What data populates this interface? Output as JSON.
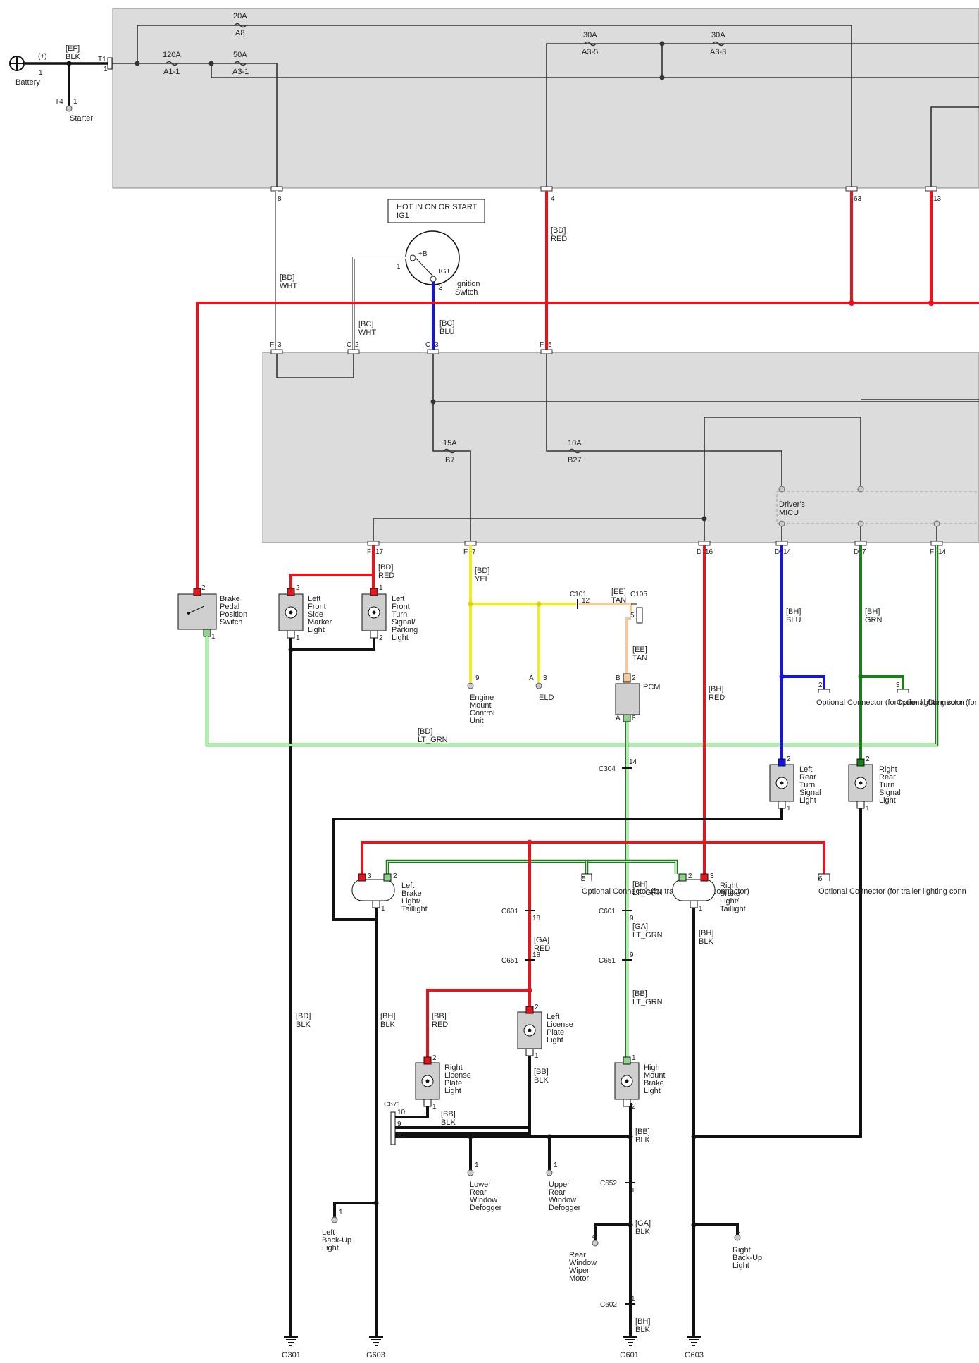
{
  "colors": {
    "black": "#111111",
    "red": "#e8141b",
    "white_wire": "#999999",
    "blue": "#1515dd",
    "yellow": "#f2ea24",
    "tan": "#f5c99a",
    "lt_green": "#8fd48b",
    "green": "#1b7d1b",
    "gray_box": "#dcdcdc",
    "component": "#cfcfcf"
  },
  "battery": {
    "label": "Battery",
    "polarity": "(+)",
    "pin": "1",
    "wire_code": "[EF]",
    "wire_color": "BLK"
  },
  "starter": {
    "label": "Starter",
    "conn": "T4",
    "pin": "1"
  },
  "t1": {
    "conn": "T1",
    "pin": "1"
  },
  "fuses": {
    "a8": {
      "rating": "20A",
      "id": "A8"
    },
    "a1_1": {
      "rating": "120A",
      "id": "A1-1"
    },
    "a3_1": {
      "rating": "50A",
      "id": "A3-1"
    },
    "a3_5": {
      "rating": "30A",
      "id": "A3-5"
    },
    "a3_3": {
      "rating": "30A",
      "id": "A3-3"
    },
    "b7": {
      "rating": "15A",
      "id": "B7"
    },
    "b27": {
      "rating": "10A",
      "id": "B27"
    }
  },
  "upper_box_pins": {
    "p8": "8",
    "p4": "4",
    "p63": "63",
    "p13": "13"
  },
  "hot_note": {
    "line1": "HOT IN ON OR START",
    "line2": "IG1"
  },
  "ignition": {
    "label1": "Ignition",
    "label2": "Switch",
    "pin1": "1",
    "pin3": "3",
    "plusb": "+B",
    "ig1": "IG1"
  },
  "wires": {
    "w_bd_wht": {
      "code": "[BD]",
      "color": "WHT"
    },
    "w_bd_red": {
      "code": "[BD]",
      "color": "RED"
    },
    "w_bc_wht": {
      "code": "[BC]",
      "color": "WHT"
    },
    "w_bc_blu": {
      "code": "[BC]",
      "color": "BLU"
    },
    "w_bd_red2": {
      "code": "[BD]",
      "color": "RED"
    },
    "w_bd_yel": {
      "code": "[BD]",
      "color": "YEL"
    },
    "w_ee_tan1": {
      "code": "[EE]",
      "color": "TAN"
    },
    "w_ee_tan2": {
      "code": "[EE]",
      "color": "TAN"
    },
    "w_bh_red": {
      "code": "[BH]",
      "color": "RED"
    },
    "w_bh_blu": {
      "code": "[BH]",
      "color": "BLU"
    },
    "w_bh_grn": {
      "code": "[BH]",
      "color": "GRN"
    },
    "w_bd_ltgrn": {
      "code": "[BD]",
      "color": "LT_GRN"
    },
    "w_bh_ltgrn": {
      "code": "[BH]",
      "color": "LT_GRN"
    },
    "w_ga_red": {
      "code": "[GA]",
      "color": "RED"
    },
    "w_ga_ltgrn": {
      "code": "[GA]",
      "color": "LT_GRN"
    },
    "w_bb_ltgrn": {
      "code": "[BB]",
      "color": "LT_GRN"
    },
    "w_bh_blk1": {
      "code": "[BH]",
      "color": "BLK"
    },
    "w_bd_blk": {
      "code": "[BD]",
      "color": "BLK"
    },
    "w_bh_blk2": {
      "code": "[BH]",
      "color": "BLK"
    },
    "w_bb_red": {
      "code": "[BB]",
      "color": "RED"
    },
    "w_bb_blk1": {
      "code": "[BB]",
      "color": "BLK"
    },
    "w_bb_blk2": {
      "code": "[BB]",
      "color": "BLK"
    },
    "w_bb_blk3": {
      "code": "[BB]",
      "color": "BLK"
    },
    "w_ga_blk": {
      "code": "[GA]",
      "color": "BLK"
    },
    "w_bh_blk3": {
      "code": "[BH]",
      "color": "BLK"
    }
  },
  "lower_box": {
    "pins_top": {
      "f3": "F",
      "f3n": "3",
      "c2": "C",
      "c2n": "2",
      "c3": "C",
      "c3n": "3",
      "f5": "F",
      "f5n": "5"
    },
    "pins_bottom": {
      "f17": "F",
      "f17n": "17",
      "f7": "F",
      "f7n": "7",
      "d16": "D",
      "d16n": "16",
      "d14": "D",
      "d14n": "14",
      "d7": "D",
      "d7n": "7",
      "f14": "F",
      "f14n": "14"
    },
    "micu1": "Driver's",
    "micu2": "MICU"
  },
  "components": {
    "brake_switch": {
      "l1": "Brake",
      "l2": "Pedal",
      "l3": "Position",
      "l4": "Switch",
      "p2": "2",
      "p1": "1"
    },
    "lf_marker": {
      "l1": "Left",
      "l2": "Front",
      "l3": "Side",
      "l4": "Marker",
      "l5": "Light",
      "p2": "2",
      "p1": "1"
    },
    "lf_turn": {
      "l1": "Left",
      "l2": "Front",
      "l3": "Turn",
      "l4": "Signal/",
      "l5": "Parking",
      "l6": "Light",
      "p1": "1",
      "p2": "2"
    },
    "emcu": {
      "l1": "Engine",
      "l2": "Mount",
      "l3": "Control",
      "l4": "Unit",
      "pin": "9"
    },
    "eld": {
      "label": "ELD",
      "pa": "A",
      "pn": "3"
    },
    "c101": {
      "conn": "C101",
      "pin": "12"
    },
    "c105": {
      "conn": "C105",
      "pin": "5"
    },
    "pcm": {
      "label": "PCM",
      "pb": "B",
      "pbn": "2",
      "pa": "A",
      "pan": "8"
    },
    "c304": {
      "conn": "C304",
      "pin": "14"
    },
    "lr_turn": {
      "l1": "Left",
      "l2": "Rear",
      "l3": "Turn",
      "l4": "Signal",
      "l5": "Light",
      "p2": "2",
      "p1": "1"
    },
    "rr_turn": {
      "l1": "Right",
      "l2": "Rear",
      "l3": "Turn",
      "l4": "Signal",
      "l5": "Light",
      "p2": "2",
      "p1": "1"
    },
    "opt_conn_2": {
      "label": "Optional Connector (for trailer lighting conn",
      "pin": "2"
    },
    "opt_conn_3": {
      "label": "Optional Connector (for trailer lighting conn",
      "pin": "3"
    },
    "opt_conn_5": {
      "label": "Optional Connector (for trailer lighting connector)",
      "pin": "5"
    },
    "opt_conn_6": {
      "label": "Optional Connector (for trailer lighting conn",
      "pin": "6"
    },
    "l_brake": {
      "l1": "Left",
      "l2": "Brake",
      "l3": "Light/",
      "l4": "Taillight",
      "p3": "3",
      "p2": "2",
      "p1": "1"
    },
    "r_brake": {
      "l1": "Right",
      "l2": "Brake",
      "l3": "Light/",
      "l4": "Taillight",
      "p2": "2",
      "p3": "3",
      "p1": "1"
    },
    "c601a": {
      "conn": "C601",
      "pin": "18"
    },
    "c651a": {
      "conn": "C651",
      "pin": "18"
    },
    "c601b": {
      "conn": "C601",
      "pin": "9"
    },
    "c651b": {
      "conn": "C651",
      "pin": "9"
    },
    "l_license": {
      "l1": "Left",
      "l2": "License",
      "l3": "Plate",
      "l4": "Light",
      "p2": "2",
      "p1": "1"
    },
    "r_license": {
      "l1": "Right",
      "l2": "License",
      "l3": "Plate",
      "l4": "Light",
      "p2": "2",
      "p1": "1"
    },
    "hm_brake": {
      "l1": "High",
      "l2": "Mount",
      "l3": "Brake",
      "l4": "Light",
      "p1": "1",
      "p2": "2"
    },
    "c671": {
      "conn": "C671",
      "p10": "10",
      "p9": "9",
      "p8": "8"
    },
    "lower_defog": {
      "l1": "Lower",
      "l2": "Rear",
      "l3": "Window",
      "l4": "Defogger",
      "pin": "1"
    },
    "upper_defog": {
      "l1": "Upper",
      "l2": "Rear",
      "l3": "Window",
      "l4": "Defogger",
      "pin": "1"
    },
    "c652": {
      "conn": "C652",
      "pin": "1"
    },
    "rw_wiper": {
      "l1": "Rear",
      "l2": "Window",
      "l3": "Wiper",
      "l4": "Motor",
      "pin": "4"
    },
    "c602": {
      "conn": "C602",
      "pin": "1"
    },
    "l_backup": {
      "l1": "Left",
      "l2": "Back-Up",
      "l3": "Light",
      "pin": "1"
    },
    "r_backup": {
      "l1": "Right",
      "l2": "Back-Up",
      "l3": "Light",
      "pin": "1"
    }
  },
  "grounds": {
    "g301": "G301",
    "g603a": "G603",
    "g601": "G601",
    "g603b": "G603"
  }
}
